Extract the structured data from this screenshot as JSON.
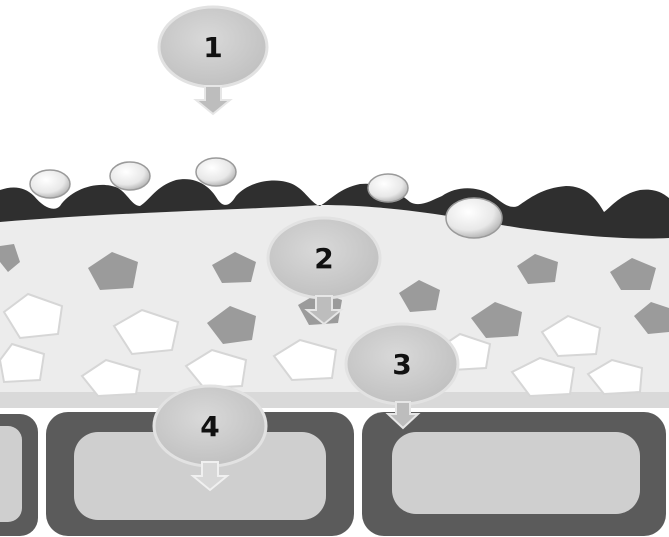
{
  "diagram": {
    "steps": [
      {
        "id": "step-1",
        "number": "1"
      },
      {
        "id": "step-2",
        "number": "2"
      },
      {
        "id": "step-3",
        "number": "3"
      },
      {
        "id": "step-4",
        "number": "4"
      }
    ],
    "colors": {
      "background": "#ffffff",
      "dark_layer": "#2e2e2e",
      "light_layer": "#ececec",
      "pentagon_dark": "#9c9c9c",
      "pentagon_light": "#ffffff",
      "cell_wall": "#5a5a5a",
      "cell_interior": "#cfcfcf",
      "marker_fill": "#c8c8c8",
      "marker_stroke": "#e6e6e6"
    }
  }
}
